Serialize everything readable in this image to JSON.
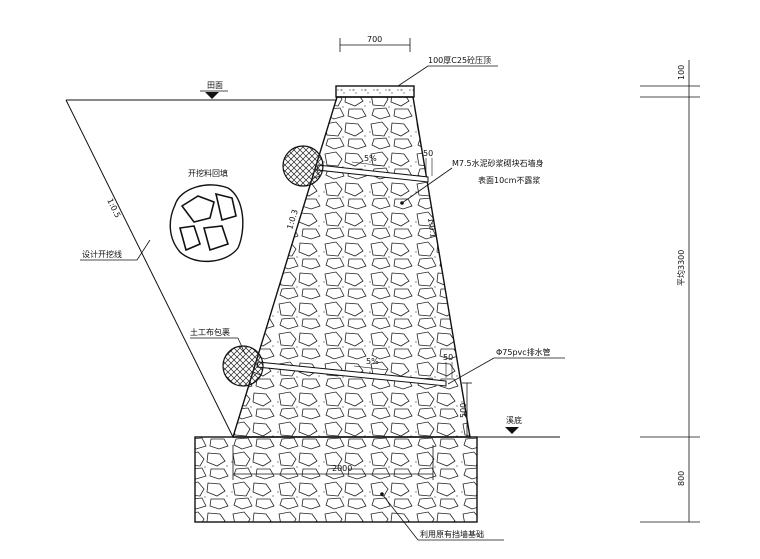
{
  "labels": {
    "cap": "100厚C25砼压顶",
    "ground": "田面",
    "backfill": "开挖料回填",
    "slope_left": "1:0.5",
    "design_line": "设计开挖线",
    "geotextile": "土工布包裹",
    "masonry_line1": "M7.5水泥砂浆砌块石墙身",
    "masonry_line2": "表面10cm不露浆",
    "slope_wall_left": "1:0.3",
    "slope_wall_right": "1:0.1",
    "pipe": "Φ75pvc排水管",
    "stream_bed": "溪底",
    "foundation": "利用原有挡墙基础",
    "grade_top": "5%",
    "grade_bottom": "5%",
    "pipe_dim_top": "50",
    "pipe_dim_bottom": "50"
  },
  "dimensions": {
    "top_width": "700",
    "base_width": "2000",
    "pipe_height": "500",
    "cap_thickness": "100",
    "wall_height": "平均3300",
    "foundation_height": "800"
  }
}
